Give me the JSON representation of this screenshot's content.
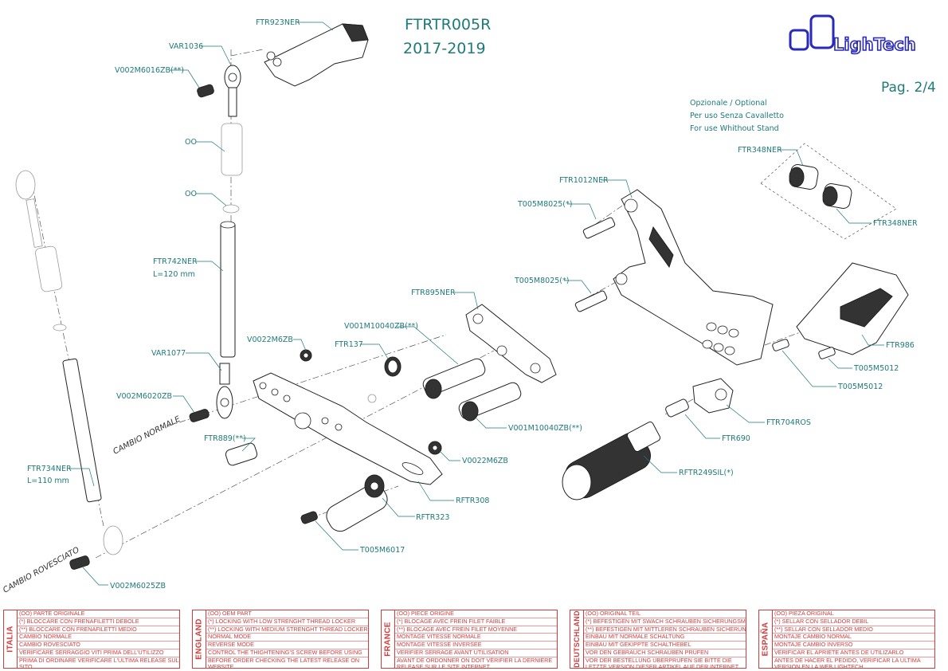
{
  "header": {
    "code": "FTRTR005R",
    "years": "2017-2019",
    "brand": "LighTech",
    "page": "Pag. 2/4",
    "optional_lines": [
      "Opzionale / Optional",
      "Per uso Senza Cavalletto",
      "For use Whithout Stand"
    ]
  },
  "modes": {
    "normal": "CAMBIO NORMALE",
    "reverse": "CAMBIO ROVESCIATO"
  },
  "labels": {
    "ftr923ner": "FTR923NER",
    "var1036": "VAR1036",
    "v002m6016zb": "V002M6016ZB(**)",
    "oo1": "OO",
    "oo2": "OO",
    "ftr742ner": "FTR742NER",
    "ftr742ner_len": "L=120 mm",
    "var1077": "VAR1077",
    "v002m6020zb": "V002M6020ZB",
    "ftr889": "FTR889(**)",
    "ftr734ner": "FTR734NER",
    "ftr734ner_len": "L=110 mm",
    "v002m6025zb": "V002M6025ZB",
    "v0022m6zb_1": "V0022M6ZB",
    "ftr137": "FTR137",
    "v001m10040zb_1": "V001M10040ZB(**)",
    "ftr895ner": "FTR895NER",
    "v001m10040zb_2": "V001M10040ZB(**)",
    "v0022m6zb_2": "V0022M6ZB",
    "rftr308": "RFTR308",
    "rftr323": "RFTR323",
    "t005m6017": "T005M6017",
    "ftr1012ner": "FTR1012NER",
    "t005m8025_1": "T005M8025(*)",
    "t005m8025_2": "T005M8025(*)",
    "ftr348ner_1": "FTR348NER",
    "ftr348ner_2": "FTR348NER",
    "ftr986": "FTR986",
    "t005m5012_1": "T005M5012",
    "t005m5012_2": "T005M5012",
    "ftr704ros": "FTR704ROS",
    "ftr690": "FTR690",
    "rftr249sil": "RFTR249SIL(*)"
  },
  "legend": [
    {
      "country": "ITALIA",
      "rows": [
        "(OO) PARTE ORIGINALE",
        "(*)   BLOCCARE CON FRENAFILETTI DEBOLE",
        "(**)  BLOCCARE CON FRENAFILETTI MEDIO",
        "CAMBIO NORMALE",
        "CAMBIO ROVESCIATO",
        "VERIFICARE SERRAGGIO VITI PRIMA DELL'UTILIZZO",
        "PRIMA DI ORDINARE VERIFICARE L'ULTIMA RELEASE SUL SITO"
      ]
    },
    {
      "country": "ENGLAND",
      "rows": [
        "(OO) OEM PART",
        "(*)   LOCKING WITH LOW STRENGHT THREAD LOCKER",
        "(**)  LOCKING WITH MEDIUM STRENGHT THREAD LOCKER",
        "NORMAL MODE",
        "REVERSE MODE",
        "CONTROL THE THIGHTENING'S SCREW BEFORE USING",
        "BEFORE ORDER CHECKING THE LATEST RELEASE ON WEBSITE"
      ]
    },
    {
      "country": "FRANCE",
      "rows": [
        "(OO) PIECE ORIGINE",
        "(*)   BLOCAGE AVEC FREIN FILET FAIBLE",
        "(**)  BLOCAGE AVEC FREIN FILET MOYENNE",
        "MONTAGE VITESSE NORMALE",
        "MONTAGE VITESSE INVERSEE",
        "VERIFIER SERRAGE AVANT UTILISATION",
        "AVANT DE ORDONNER ON DOIT VÉRIFIER LA DERNIÈRE RELEASE SUR LE SITE INTERNET"
      ]
    },
    {
      "country": "DEUTSCHLAND",
      "rows": [
        "(OO) ORIGINAL TEIL",
        "(*)   BEFESTIGEN MIT SWACH SCHRAUBEN SICHERUNGSMITTEL",
        "(**)  BEFESTIGEN MIT MITTLEREN SCHRAUBEN SICHERUNGSMITTEL",
        "EINBAU MIT NORMALE SCHALTUNG",
        "EINBAU MIT GEKIPPTE SCHALTHEBEL",
        "VOR DEN GEBRAUCH SCHRAUBEN PRÜFEN",
        "VOR DER BESTELLUNG ÜBERPRÜFEN SIE BITTE DIE LETZTE VERSION DIESER ARTIKEL AUF DER INTERNET SEITE VON LIGHTECH"
      ]
    },
    {
      "country": "ESPAÑA",
      "rows": [
        "(OO) PIEZA ORIGINAL",
        "(*)   SELLAR CON SELLADOR DEBIL",
        "(**)  SELLAR CON SELLADOR MEDIO",
        "MONTAJE  CAMBIO NORMAL",
        "MONTAJE CAMBIO INVERSO",
        "VERIFICAR EL APRIETE ANTES DE UTILIZARLO",
        "ANTES DE HACER EL PEDIDO, VERIFICAR LA ULTIMA VERSION EN LA WEB LIGHTECH"
      ]
    }
  ]
}
